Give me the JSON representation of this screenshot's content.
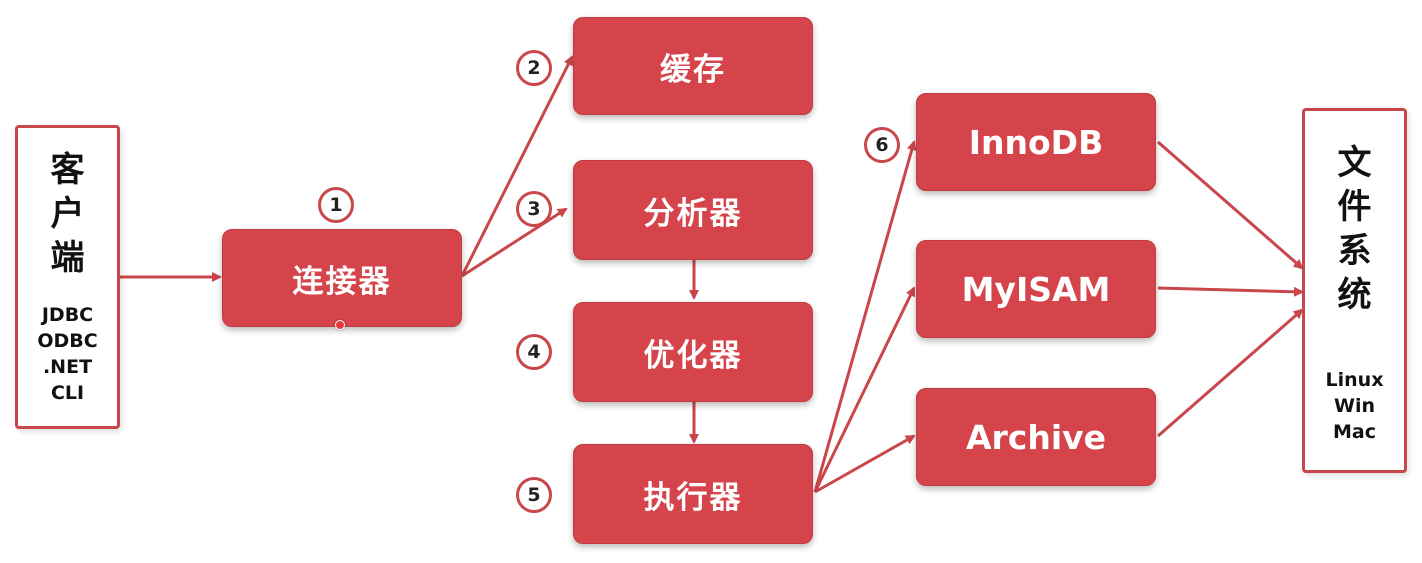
{
  "client": {
    "title_chars": [
      "客",
      "户",
      "端"
    ],
    "drivers": [
      "JDBC",
      "ODBC",
      ".NET",
      "CLI"
    ]
  },
  "nodes": {
    "connector": "连接器",
    "cache": "缓存",
    "analyzer": "分析器",
    "optimizer": "优化器",
    "executor": "执行器",
    "innodb": "InnoDB",
    "myisam": "MyISAM",
    "archive": "Archive"
  },
  "steps": {
    "s1": "1",
    "s2": "2",
    "s3": "3",
    "s4": "4",
    "s5": "5",
    "s6": "6"
  },
  "filesystem": {
    "title_chars": [
      "文",
      "件",
      "系",
      "统"
    ],
    "os_list": [
      "Linux",
      "Win",
      "Mac"
    ]
  },
  "colors": {
    "accent": "#d4444a",
    "line": "#c9464a"
  }
}
